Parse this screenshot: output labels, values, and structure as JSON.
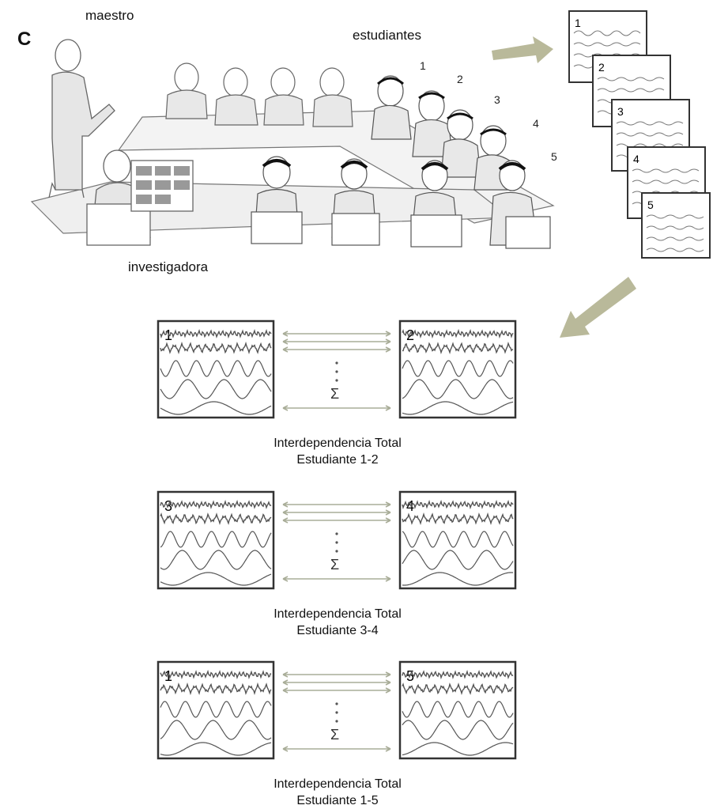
{
  "panel_letter": "C",
  "labels": {
    "teacher": "maestro",
    "students": "estudiantes",
    "researcher": "investigadora"
  },
  "student_numbers": [
    "1",
    "2",
    "3",
    "4",
    "5"
  ],
  "eeg_stack": [
    "1",
    "2",
    "3",
    "4",
    "5"
  ],
  "sum_symbol": "Σ",
  "dots": "·",
  "pairs": [
    {
      "left": "1",
      "right": "2",
      "caption_line1": "Interdependencia Total",
      "caption_line2": "Estudiante 1-2"
    },
    {
      "left": "3",
      "right": "4",
      "caption_line1": "Interdependencia Total",
      "caption_line2": "Estudiante 3-4"
    },
    {
      "left": "1",
      "right": "5",
      "caption_line1": "Interdependencia Total",
      "caption_line2": "Estudiante 1-5"
    }
  ],
  "colors": {
    "arrow": "#b9b99a",
    "connector": "#a9ad98",
    "frame": "#333333",
    "waves": "#555555"
  }
}
